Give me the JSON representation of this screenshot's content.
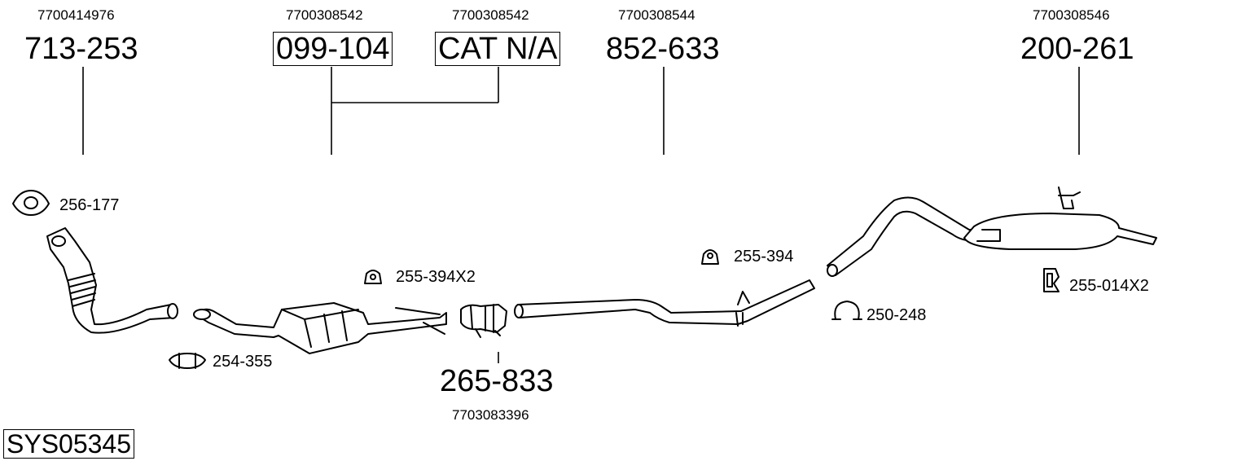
{
  "system_code": "SYS05345",
  "parts": [
    {
      "oem": "7700414976",
      "part_number": "713-253",
      "boxed": false
    },
    {
      "oem": "7700308542",
      "part_number": "099-104",
      "boxed": true
    },
    {
      "oem": "7700308542",
      "part_number": "CAT N/A",
      "boxed": true
    },
    {
      "oem": "7700308544",
      "part_number": "852-633",
      "boxed": false
    },
    {
      "oem": "7700308546",
      "part_number": "200-261",
      "boxed": false
    },
    {
      "oem": "7703083396",
      "part_number": "265-833",
      "boxed": false
    }
  ],
  "accessories": [
    {
      "label": "256-177",
      "icon": "gasket-icon"
    },
    {
      "label": "254-355",
      "icon": "clamp-ring-icon"
    },
    {
      "label": "255-394X2",
      "icon": "rubber-hanger-icon"
    },
    {
      "label": "255-394",
      "icon": "rubber-hanger-icon"
    },
    {
      "label": "250-248",
      "icon": "u-clamp-icon"
    },
    {
      "label": "255-014X2",
      "icon": "rubber-mount-icon"
    }
  ]
}
